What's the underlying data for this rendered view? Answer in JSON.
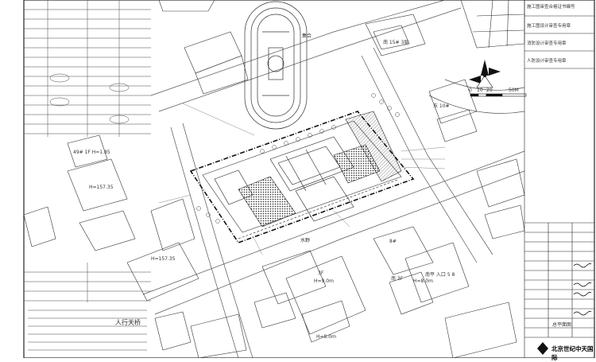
{
  "labels": {
    "n15": "南 15# 3层",
    "n10": "东 10#",
    "n8": "8#",
    "n3": "南 3F",
    "bldg_tl": "49# 1F\nH=1.85",
    "bldg_mid": "H=157.35",
    "bldg_dl": "H=157.35",
    "res_3f": "3F",
    "dots_9": "H=9.0m",
    "bldg_b": "H=8.0m",
    "bldg_b2": "H=8.0m",
    "south_bldg": "南平 入口 5 8",
    "bridge": "人行天桥",
    "scale_label": "50M",
    "scale_0": "0",
    "scale_10": "10",
    "scale_20": "20",
    "road_a": "水野",
    "road_b": "集合"
  },
  "title_block": {
    "stamp1": "施工图审查合格证书编号",
    "stamp2": "施工图设计审查专用章",
    "stamp3": "消防设计审查专用章",
    "stamp4": "人防设计审查专用章",
    "sheet_name": "总平面图",
    "company": "北京世纪中天国际"
  }
}
